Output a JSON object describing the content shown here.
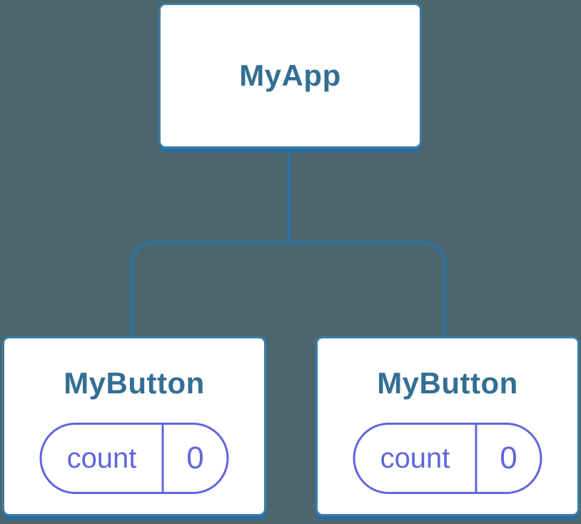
{
  "diagram": {
    "type": "component-tree",
    "colors": {
      "background": "#4C6670",
      "connector": "#2E72A4",
      "card_background": "#FFFFFF",
      "card_border": "#3A7CA9",
      "card_shadow": "#2C6C9D",
      "title_text": "#336F94",
      "state_text": "#5F65DF"
    },
    "root": {
      "label": "MyApp"
    },
    "children": [
      {
        "label": "MyButton",
        "state": {
          "key": "count",
          "value": "0"
        }
      },
      {
        "label": "MyButton",
        "state": {
          "key": "count",
          "value": "0"
        }
      }
    ]
  }
}
